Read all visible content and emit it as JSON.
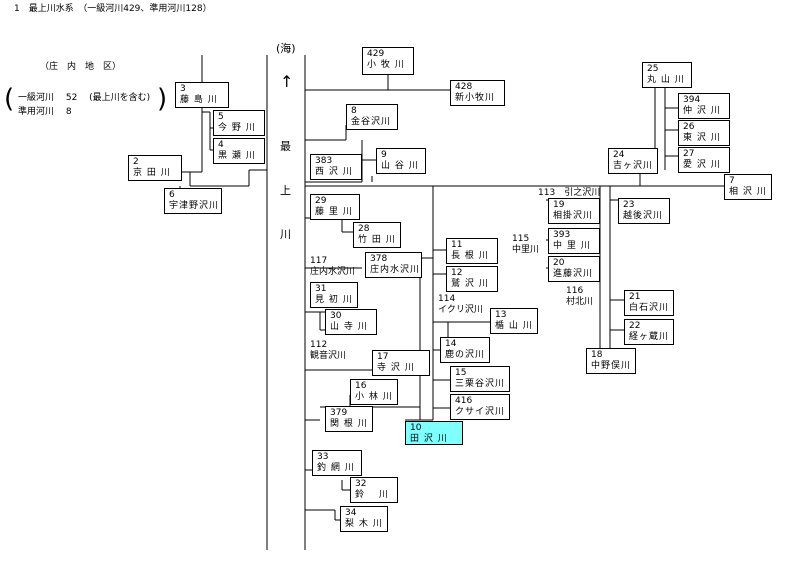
{
  "title": "1　最上川水系　（一級河川429、準用河川128）",
  "region_label": "（庄　内　地　区）",
  "counts": {
    "line1": "一級河川　 52　 (最上川を含む)",
    "line2": "準用河川 　8",
    "bracket_left": "(",
    "bracket_right": ")"
  },
  "sea_label": "(海)",
  "arrow": "↑",
  "mainstem_chars": [
    "最",
    "上",
    "川"
  ],
  "rivers": [
    {
      "id": "r429",
      "num": "429",
      "name": "小 牧 川"
    },
    {
      "id": "r428",
      "num": "428",
      "name": "新小牧川"
    },
    {
      "id": "r3",
      "num": "3",
      "name": "藤 島 川"
    },
    {
      "id": "r5",
      "num": "5",
      "name": "今 野 川"
    },
    {
      "id": "r4",
      "num": "4",
      "name": "黒 瀬 川"
    },
    {
      "id": "r2",
      "num": "2",
      "name": "京 田 川"
    },
    {
      "id": "r6",
      "num": "6",
      "name": "宇津野沢川"
    },
    {
      "id": "r8",
      "num": "8",
      "name": "金谷沢川"
    },
    {
      "id": "r383",
      "num": "383",
      "name": "西 沢 川"
    },
    {
      "id": "r9",
      "num": "9",
      "name": "山 谷 川"
    },
    {
      "id": "r25",
      "num": "25",
      "name": "丸 山 川"
    },
    {
      "id": "r394",
      "num": "394",
      "name": "仲 沢 川"
    },
    {
      "id": "r26",
      "num": "26",
      "name": "東 沢 川"
    },
    {
      "id": "r27",
      "num": "27",
      "name": "愛 沢 川"
    },
    {
      "id": "r24",
      "num": "24",
      "name": "吉ヶ沢川"
    },
    {
      "id": "r7",
      "num": "7",
      "name": "相 沢 川"
    },
    {
      "id": "r19",
      "num": "19",
      "name": "相掛沢川"
    },
    {
      "id": "r23",
      "num": "23",
      "name": "越後沢川"
    },
    {
      "id": "r393",
      "num": "393",
      "name": "中 里 川"
    },
    {
      "id": "r20",
      "num": "20",
      "name": "進藤沢川"
    },
    {
      "id": "r21",
      "num": "21",
      "name": "白石沢川"
    },
    {
      "id": "r22",
      "num": "22",
      "name": "経ヶ蔵川"
    },
    {
      "id": "r18",
      "num": "18",
      "name": "中野俣川"
    },
    {
      "id": "r29",
      "num": "29",
      "name": "藤 里 川"
    },
    {
      "id": "r28",
      "num": "28",
      "name": "竹 田 川"
    },
    {
      "id": "r378",
      "num": "378",
      "name": "庄内水沢川"
    },
    {
      "id": "r11",
      "num": "11",
      "name": "長 根 川"
    },
    {
      "id": "r12",
      "num": "12",
      "name": "鷲 沢 川"
    },
    {
      "id": "r31",
      "num": "31",
      "name": "見 初 川"
    },
    {
      "id": "r30",
      "num": "30",
      "name": "山 寺 川"
    },
    {
      "id": "r13",
      "num": "13",
      "name": "楯 山 川"
    },
    {
      "id": "r14",
      "num": "14",
      "name": "鹿の沢川"
    },
    {
      "id": "r17",
      "num": "17",
      "name": "寺 沢 川"
    },
    {
      "id": "r15",
      "num": "15",
      "name": "三栗谷沢川"
    },
    {
      "id": "r16",
      "num": "16",
      "name": "小 林 川"
    },
    {
      "id": "r416",
      "num": "416",
      "name": "クサイ沢川"
    },
    {
      "id": "r379",
      "num": "379",
      "name": "関 根 川"
    },
    {
      "id": "r10",
      "num": "10",
      "name": "田 沢 川"
    },
    {
      "id": "r33",
      "num": "33",
      "name": "釣 網 川"
    },
    {
      "id": "r32",
      "num": "32",
      "name": "鈴　 川"
    },
    {
      "id": "r34",
      "num": "34",
      "name": "梨 木 川"
    }
  ],
  "unboxed": [
    {
      "id": "u113",
      "num": "113",
      "name": "引之沢川"
    },
    {
      "id": "u115",
      "num": "115",
      "name": "中里川"
    },
    {
      "id": "u116",
      "num": "116",
      "name": "村北川"
    },
    {
      "id": "u117",
      "num": "117",
      "name": "庄内水沢川"
    },
    {
      "id": "u114",
      "num": "114",
      "name": "イクリ沢川"
    },
    {
      "id": "u112",
      "num": "112",
      "name": "観音沢川"
    }
  ],
  "highlight_color": "#80ffff"
}
